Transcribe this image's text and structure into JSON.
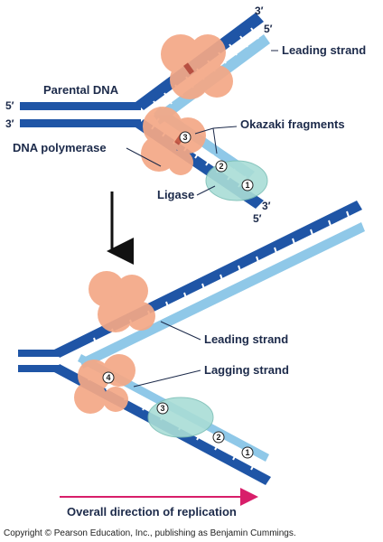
{
  "top_panel": {
    "parental_label": "Parental DNA",
    "leading_label": "Leading strand",
    "okazaki_label": "Okazaki fragments",
    "polymerase_label": "DNA polymerase",
    "ligase_label": "Ligase",
    "end_left_5": "5′",
    "end_left_3": "3′",
    "end_topright_3": "3′",
    "end_topright_5": "5′",
    "end_bottomright_3": "3′",
    "end_bottomright_5": "5′",
    "step_numbers": [
      "3",
      "2",
      "1"
    ]
  },
  "bottom_panel": {
    "leading_label": "Leading strand",
    "lagging_label": "Lagging strand",
    "step_numbers": [
      "4",
      "3",
      "2",
      "1"
    ]
  },
  "direction_label": "Overall direction of replication",
  "copyright": "Copyright © Pearson Education, Inc., publishing as Benjamin Cummings.",
  "colors": {
    "parental_strand": "#1f55a6",
    "new_strand": "#8fc8e8",
    "polymerase": "#f4a886",
    "ligase": "#a9ddd6",
    "rna_primer": "#c4503a",
    "arrow_direction": "#d81e6a"
  }
}
